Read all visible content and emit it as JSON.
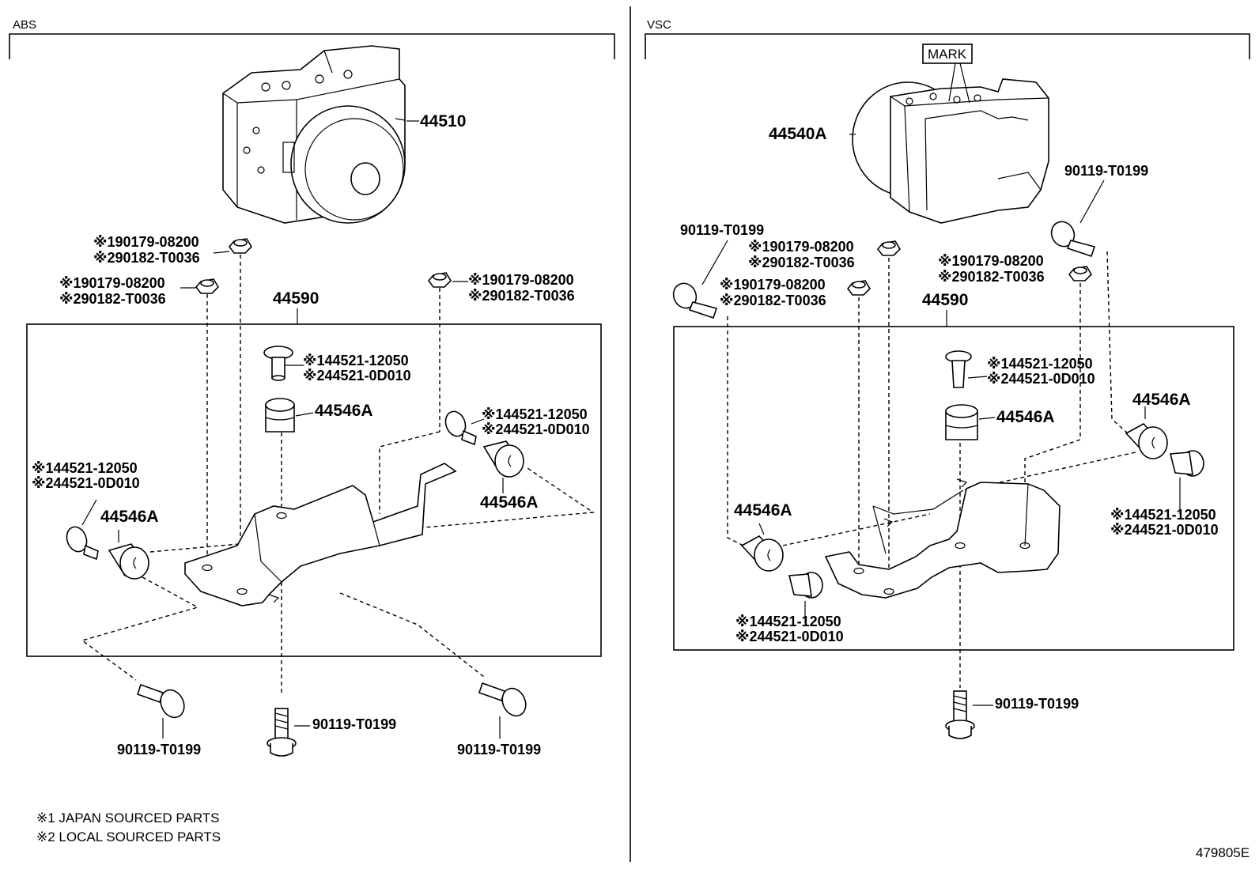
{
  "sections": {
    "abs": "ABS",
    "vsc": "VSC"
  },
  "abs": {
    "actuator": "44510",
    "bracket_assy": "44590",
    "nut_top": {
      "l1": "※190179-08200",
      "l2": "※290182-T0036"
    },
    "nut_left": {
      "l1": "※190179-08200",
      "l2": "※290182-T0036"
    },
    "nut_right": {
      "l1": "※190179-08200",
      "l2": "※290182-T0036"
    },
    "collar_top": {
      "l1": "※144521-12050",
      "l2": "※244521-0D010"
    },
    "collar_right": {
      "l1": "※144521-12050",
      "l2": "※244521-0D010"
    },
    "collar_left": {
      "l1": "※144521-12050",
      "l2": "※244521-0D010"
    },
    "cushion_top": "44546A",
    "cushion_right": "44546A",
    "cushion_left": "44546A",
    "bolt_left": "90119-T0199",
    "bolt_center": "90119-T0199",
    "bolt_right": "90119-T0199"
  },
  "vsc": {
    "mark": "MARK",
    "actuator": "44540A",
    "bracket_assy": "44590",
    "bolt_top_left": "90119-T0199",
    "bolt_top_right": "90119-T0199",
    "bolt_bottom": "90119-T0199",
    "nut_center": {
      "l1": "※190179-08200",
      "l2": "※290182-T0036"
    },
    "nut_left": {
      "l1": "※190179-08200",
      "l2": "※290182-T0036"
    },
    "nut_right": {
      "l1": "※190179-08200",
      "l2": "※290182-T0036"
    },
    "collar_top": {
      "l1": "※144521-12050",
      "l2": "※244521-0D010"
    },
    "collar_right": {
      "l1": "※144521-12050",
      "l2": "※244521-0D010"
    },
    "collar_bottom": {
      "l1": "※144521-12050",
      "l2": "※244521-0D010"
    },
    "cushion_center": "44546A",
    "cushion_right": "44546A",
    "cushion_left": "44546A"
  },
  "notes": {
    "n1": "※1 JAPAN SOURCED PARTS",
    "n2": "※2 LOCAL SOURCED PARTS"
  },
  "illustration_id": "479805E"
}
